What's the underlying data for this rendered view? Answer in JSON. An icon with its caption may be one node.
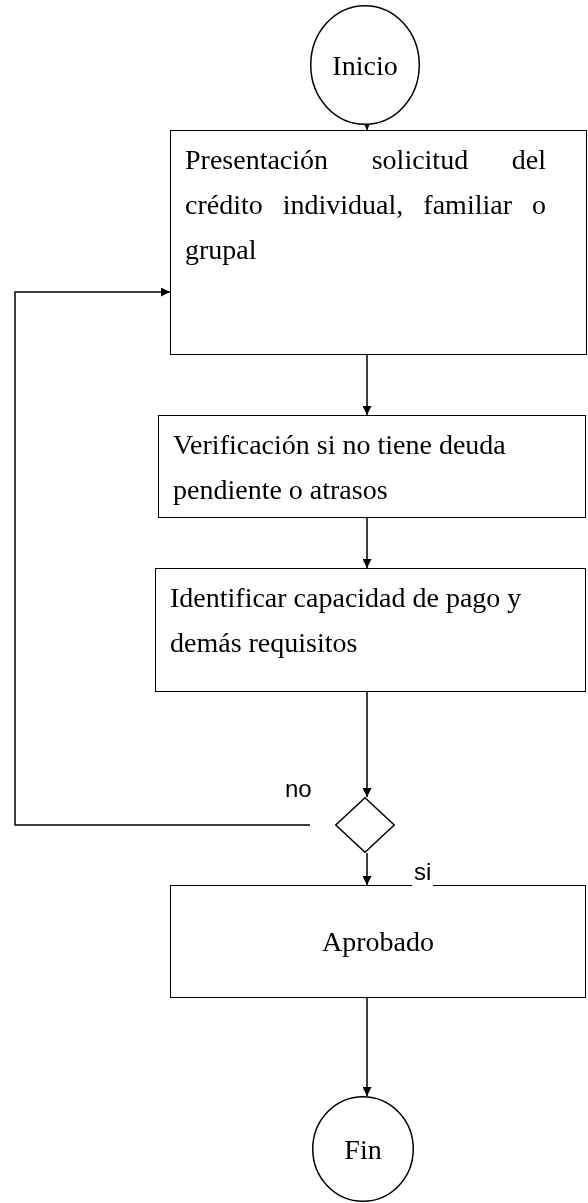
{
  "diagram": {
    "nodes": [
      {
        "text": [
          "Inicio"
        ]
      },
      {
        "text": [
          "Presentación solicitud del crédito individual, familiar o grupal"
        ]
      },
      {
        "text": [
          "Verificación si no tiene deuda pendiente o atrasos"
        ]
      },
      {
        "text": [
          "Identificar capacidad de pago y demás requisitos"
        ]
      },
      {
        "text": [],
        "shape": "diamond"
      },
      {
        "text": [
          "Aprobado"
        ]
      },
      {
        "text": [
          "Fin"
        ]
      }
    ],
    "edges": [
      {
        "from": 0,
        "to": 1,
        "arrow": "to"
      },
      {
        "from": 1,
        "to": 2,
        "arrow": "to"
      },
      {
        "from": 2,
        "to": 3,
        "arrow": "to"
      },
      {
        "from": 3,
        "to": 4,
        "arrow": "to"
      },
      {
        "from": 4,
        "to": 1,
        "arrow": "to",
        "label": "no"
      },
      {
        "from": 4,
        "to": 5,
        "arrow": "to",
        "label": "si"
      },
      {
        "from": 5,
        "to": 6,
        "arrow": "to"
      }
    ]
  }
}
